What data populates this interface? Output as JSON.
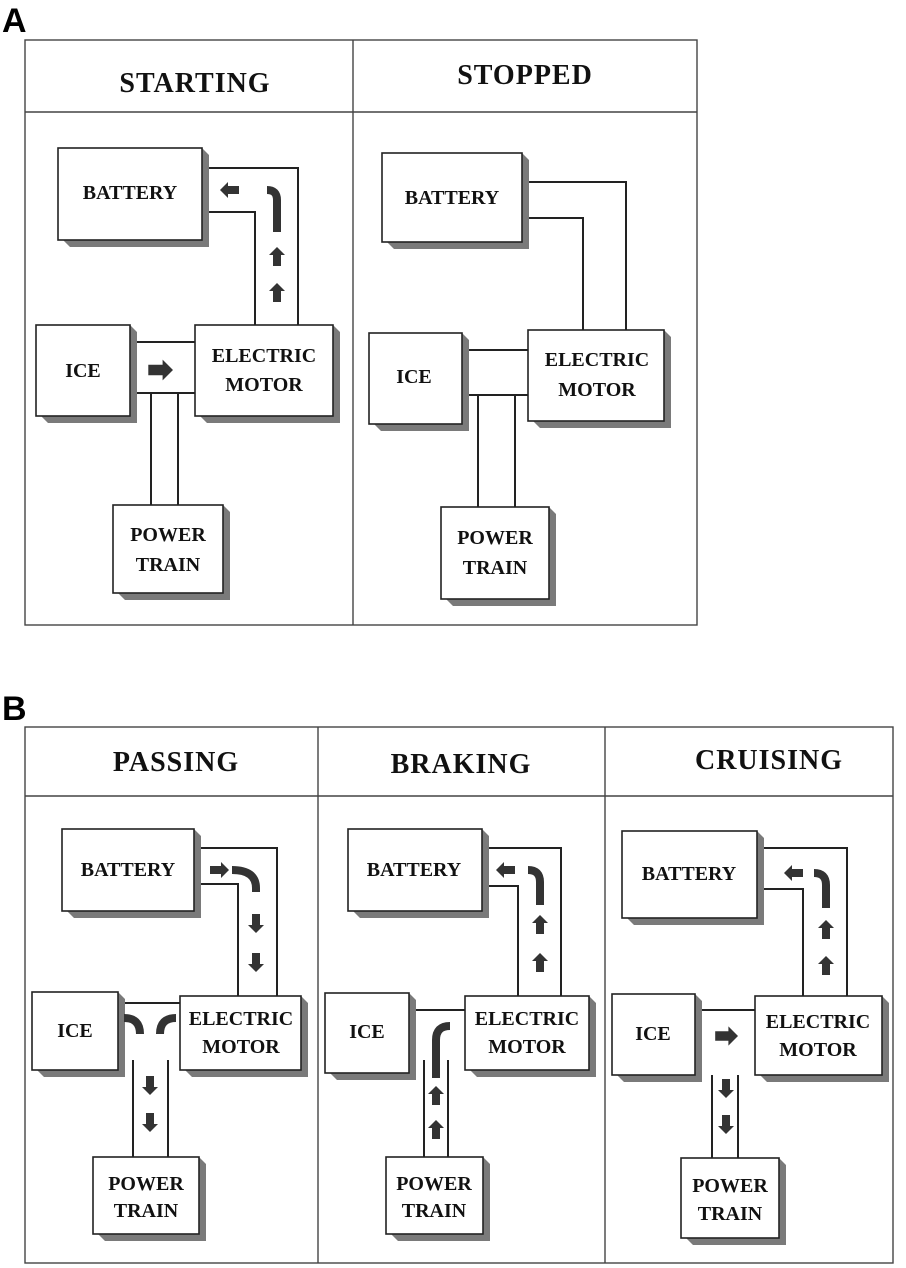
{
  "panel_labels": {
    "a": "A",
    "b": "B"
  },
  "figure_a": {
    "columns": [
      {
        "title": "STARTING",
        "battery": "BATTERY",
        "ice": "ICE",
        "motor": [
          "ELECTRIC",
          "MOTOR"
        ],
        "powertrain": [
          "POWER",
          "TRAIN"
        ]
      },
      {
        "title": "STOPPED",
        "battery": "BATTERY",
        "ice": "ICE",
        "motor": [
          "ELECTRIC",
          "MOTOR"
        ],
        "powertrain": [
          "POWER",
          "TRAIN"
        ]
      }
    ]
  },
  "figure_b": {
    "columns": [
      {
        "title": "PASSING",
        "battery": "BATTERY",
        "ice": "ICE",
        "motor": [
          "ELECTRIC",
          "MOTOR"
        ],
        "powertrain": [
          "POWER",
          "TRAIN"
        ]
      },
      {
        "title": "BRAKING",
        "battery": "BATTERY",
        "ice": "ICE",
        "motor": [
          "ELECTRIC",
          "MOTOR"
        ],
        "powertrain": [
          "POWER",
          "TRAIN"
        ]
      },
      {
        "title": "CRUISING",
        "battery": "BATTERY",
        "ice": "ICE",
        "motor": [
          "ELECTRIC",
          "MOTOR"
        ],
        "powertrain": [
          "POWER",
          "TRAIN"
        ]
      }
    ]
  }
}
